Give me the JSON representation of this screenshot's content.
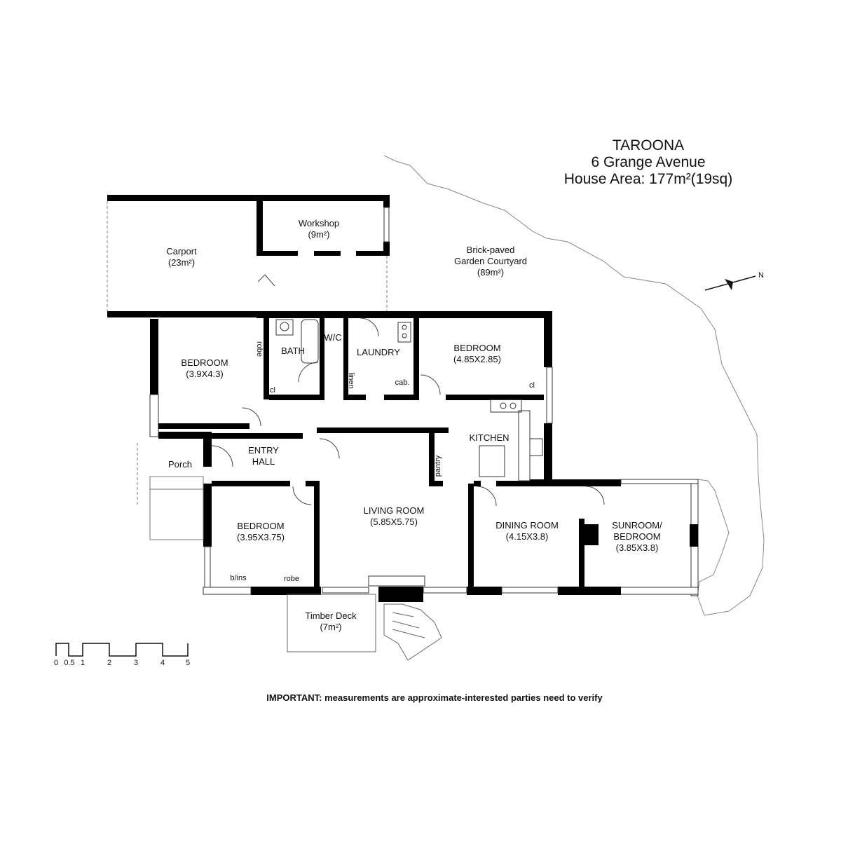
{
  "header": {
    "suburb": "TAROONA",
    "address": "6 Grange Avenue",
    "house_area": "House Area: 177m²(19sq)"
  },
  "rooms": {
    "carport": {
      "name": "Carport",
      "area": "(23m²)"
    },
    "workshop": {
      "name": "Workshop",
      "area": "(9m²)"
    },
    "courtyard": {
      "line1": "Brick-paved",
      "line2": "Garden Courtyard",
      "area": "(89m²)"
    },
    "bedroom_west": {
      "name": "BEDROOM",
      "dims": "(3.9X4.3)"
    },
    "robe_west": "robe",
    "closet_west": "cl",
    "bath": "BATH",
    "wc": "W/C",
    "laundry": "LAUNDRY",
    "linen": "linen",
    "cabinet": "cab.",
    "bedroom_north": {
      "name": "BEDROOM",
      "dims": "(4.85X2.85)"
    },
    "closet_north": "cl",
    "entry": {
      "line1": "ENTRY",
      "line2": "HALL"
    },
    "porch": "Porch",
    "kitchen": "KITCHEN",
    "pantry": "pantry",
    "living": {
      "name": "LIVING ROOM",
      "dims": "(5.85X5.75)"
    },
    "dining": {
      "name": "DINING ROOM",
      "dims": "(4.15X3.8)"
    },
    "sunroom": {
      "line1": "SUNROOM/",
      "line2": "BEDROOM",
      "dims": "(3.85X3.8)"
    },
    "bedroom_south": {
      "name": "BEDROOM",
      "dims": "(3.95X3.75)"
    },
    "bins": "b/ins",
    "robe_south": "robe",
    "deck": {
      "name": "Timber Deck",
      "area": "(7m²)"
    }
  },
  "compass": {
    "north_label": "N"
  },
  "scale_bar": {
    "ticks": [
      "0",
      "0.5",
      "1",
      "2",
      "3",
      "4",
      "5"
    ]
  },
  "footer": {
    "note": "IMPORTANT: measurements are approximate-interested parties need to verify"
  }
}
